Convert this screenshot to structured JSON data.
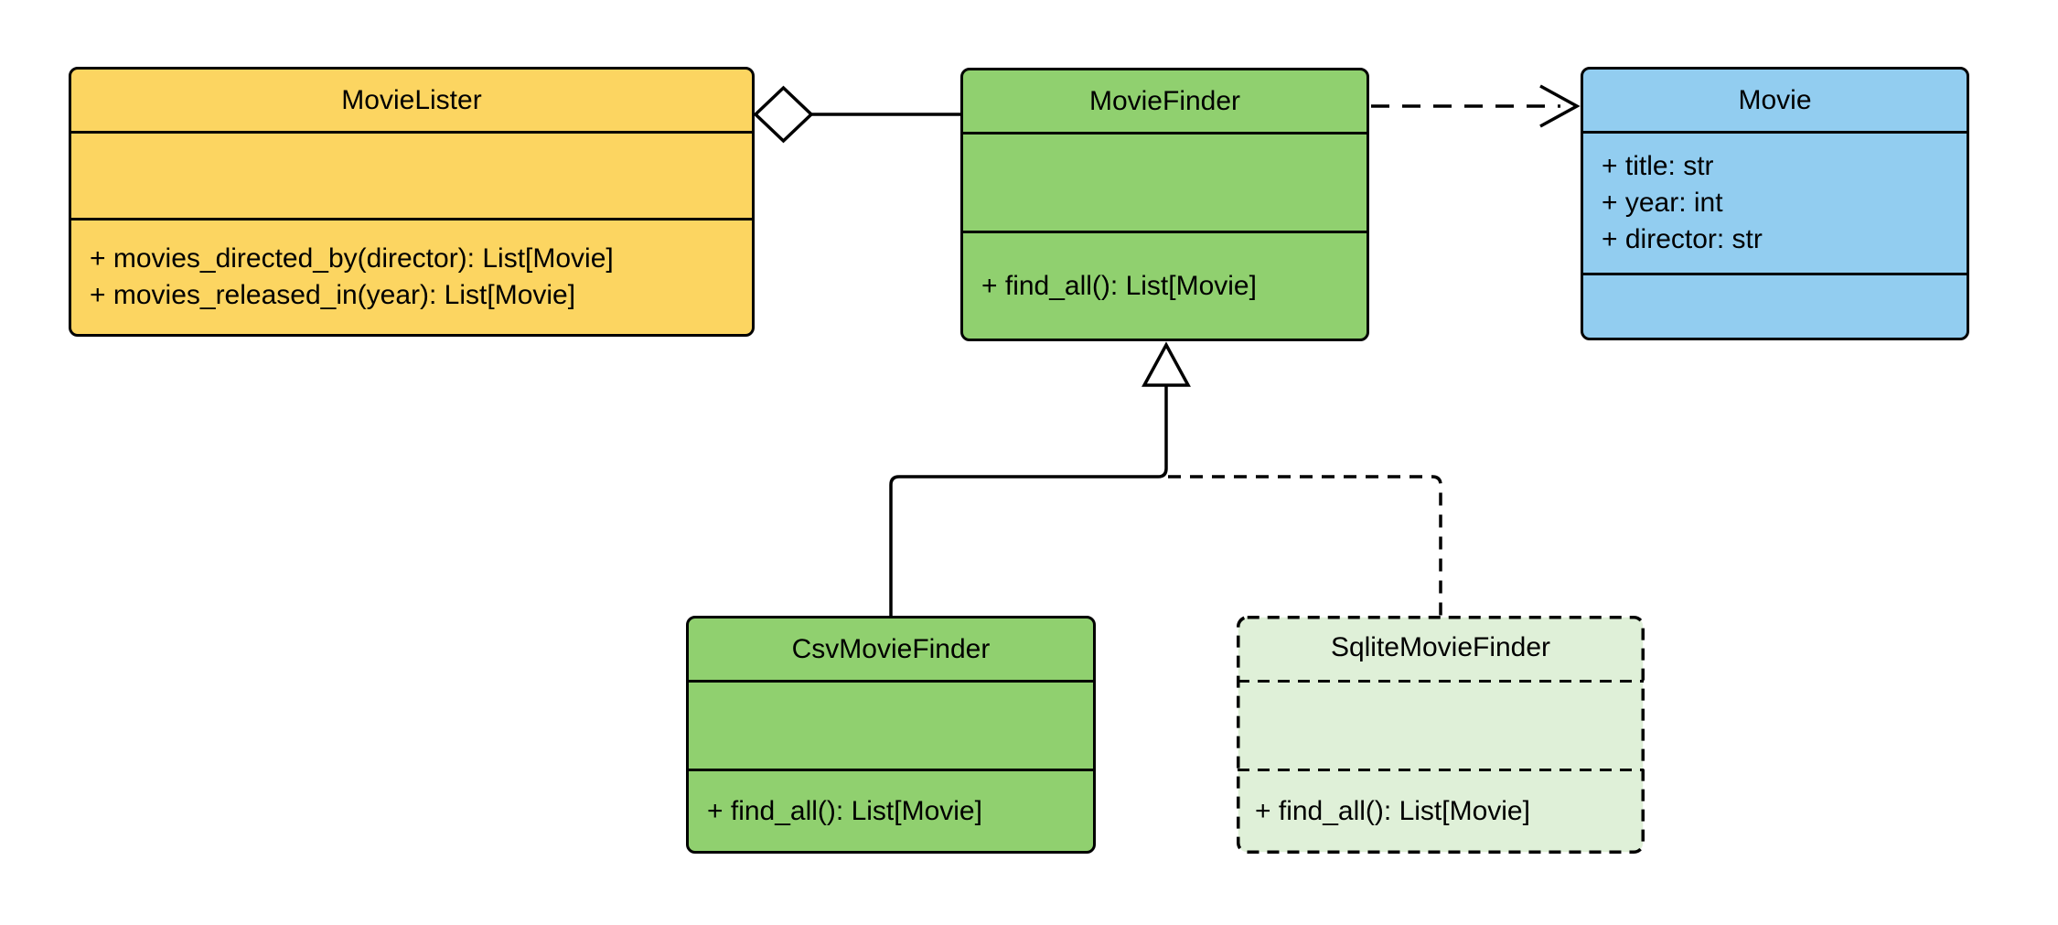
{
  "diagram": {
    "type": "uml-class-diagram",
    "background": "#FFFFFF",
    "line_color": "#000000",
    "text_color": "#000000",
    "classes": {
      "movie_lister": {
        "name": "MovieLister",
        "fill": "#FCD561",
        "attributes": [],
        "methods": [
          "+ movies_directed_by(director): List[Movie]",
          "+ movies_released_in(year): List[Movie]"
        ]
      },
      "movie_finder": {
        "name": "MovieFinder",
        "fill": "#90D06F",
        "attributes": [],
        "methods": [
          "+ find_all(): List[Movie]"
        ]
      },
      "movie": {
        "name": "Movie",
        "fill": "#92CDF0",
        "attributes": [
          "+ title: str",
          "+ year: int",
          "+ director: str"
        ],
        "methods": []
      },
      "csv_movie_finder": {
        "name": "CsvMovieFinder",
        "fill": "#90D06F",
        "attributes": [],
        "methods": [
          "+ find_all(): List[Movie]"
        ]
      },
      "sqlite_movie_finder": {
        "name": "SqliteMovieFinder",
        "fill": "#DFF0D8",
        "border_style": "dashed",
        "attributes": [],
        "methods": [
          "+ find_all(): List[Movie]"
        ]
      }
    },
    "relationships": [
      {
        "type": "aggregation",
        "from": "MovieLister",
        "to": "MovieFinder",
        "line": "solid",
        "marker": "hollow-diamond"
      },
      {
        "type": "dependency",
        "from": "MovieFinder",
        "to": "Movie",
        "line": "dashed",
        "marker": "open-arrow"
      },
      {
        "type": "inheritance",
        "from": "CsvMovieFinder",
        "to": "MovieFinder",
        "line": "solid",
        "marker": "hollow-triangle"
      },
      {
        "type": "inheritance",
        "from": "SqliteMovieFinder",
        "to": "MovieFinder",
        "line": "dashed",
        "marker": "hollow-triangle"
      }
    ]
  }
}
